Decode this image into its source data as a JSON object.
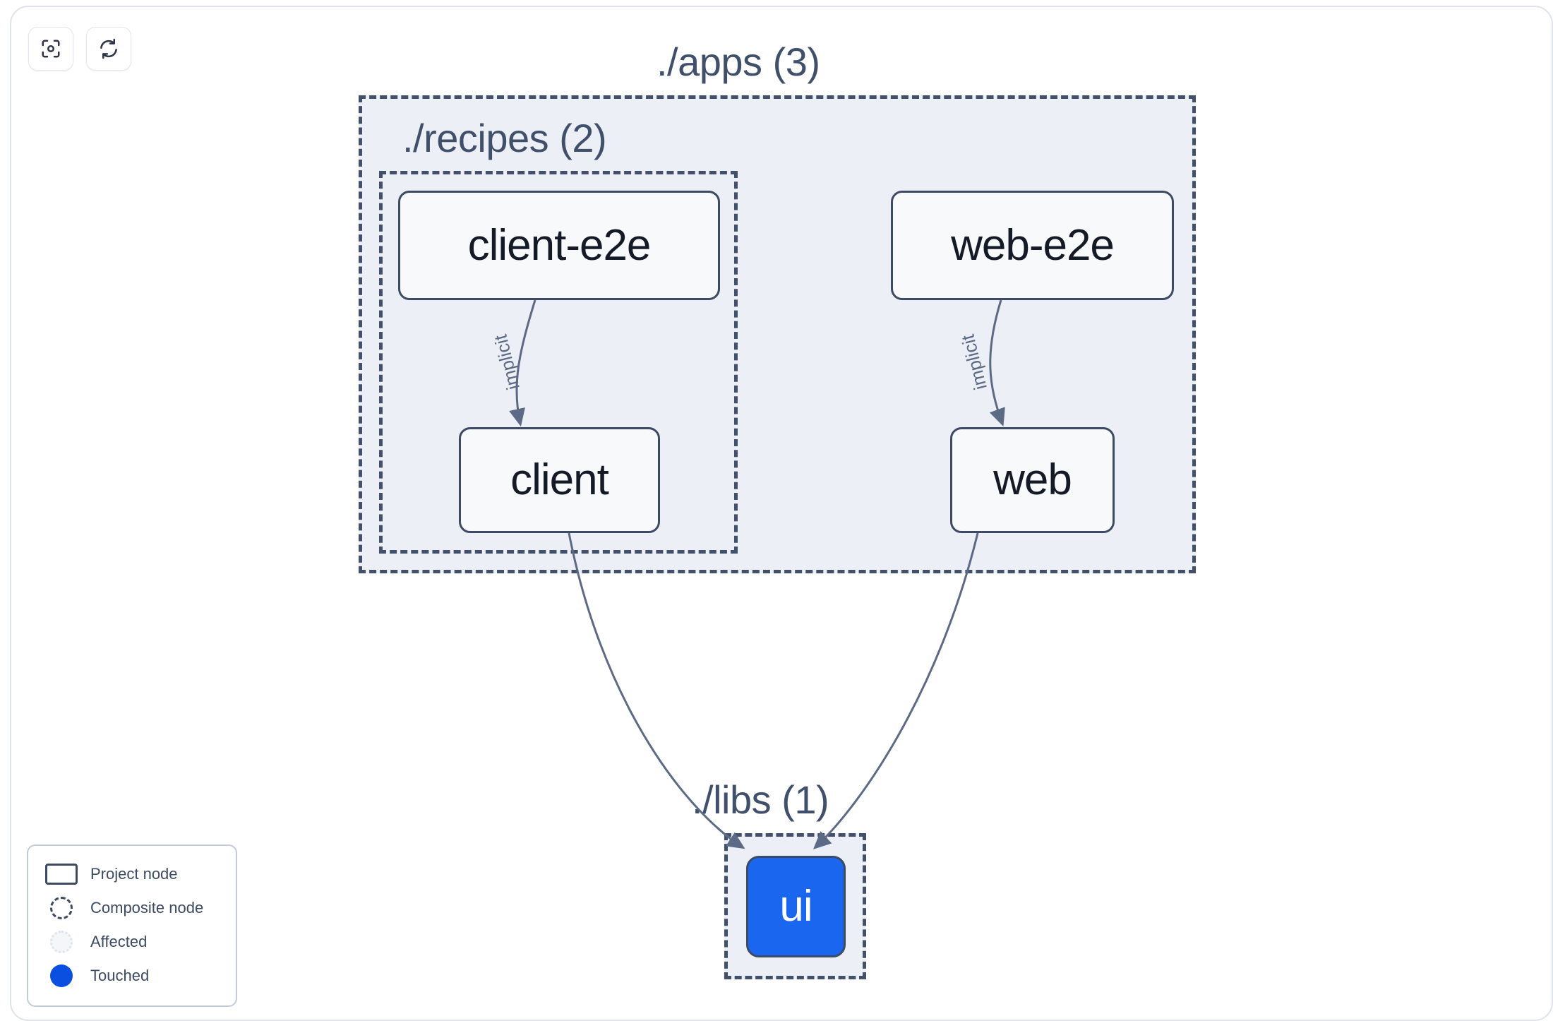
{
  "toolbar": {
    "buttons": [
      {
        "name": "focus-graph-button",
        "icon": "focus-icon",
        "title": "Focus graph"
      },
      {
        "name": "refresh-graph-button",
        "icon": "refresh-icon",
        "title": "Refresh graph"
      }
    ]
  },
  "graph": {
    "groups": [
      {
        "id": "apps",
        "label": "./apps (3)",
        "count": 3
      },
      {
        "id": "recipes",
        "label": "./recipes (2)",
        "count": 2
      },
      {
        "id": "libs",
        "label": "./libs (1)",
        "count": 1
      }
    ],
    "nodes": [
      {
        "id": "client-e2e",
        "label": "client-e2e",
        "type": "project",
        "group": "recipes"
      },
      {
        "id": "client",
        "label": "client",
        "type": "project",
        "group": "recipes"
      },
      {
        "id": "web-e2e",
        "label": "web-e2e",
        "type": "project",
        "group": "apps"
      },
      {
        "id": "web",
        "label": "web",
        "type": "project",
        "group": "apps"
      },
      {
        "id": "ui",
        "label": "ui",
        "type": "touched",
        "group": "libs"
      }
    ],
    "edges": [
      {
        "from": "client-e2e",
        "to": "client",
        "label": "implicit"
      },
      {
        "from": "web-e2e",
        "to": "web",
        "label": "implicit"
      },
      {
        "from": "client",
        "to": "ui",
        "label": ""
      },
      {
        "from": "web",
        "to": "ui",
        "label": ""
      }
    ]
  },
  "legend": {
    "items": [
      {
        "swatch": "project-node-swatch",
        "label": "Project node"
      },
      {
        "swatch": "composite-node-swatch",
        "label": "Composite node"
      },
      {
        "swatch": "affected-swatch",
        "label": "Affected"
      },
      {
        "swatch": "touched-swatch",
        "label": "Touched"
      }
    ]
  },
  "colors": {
    "touched": "#1b66ef",
    "node_border": "#3d4a63",
    "group_fill": "#eceff5",
    "group_border": "#43506b",
    "edge": "#5d6a85"
  }
}
